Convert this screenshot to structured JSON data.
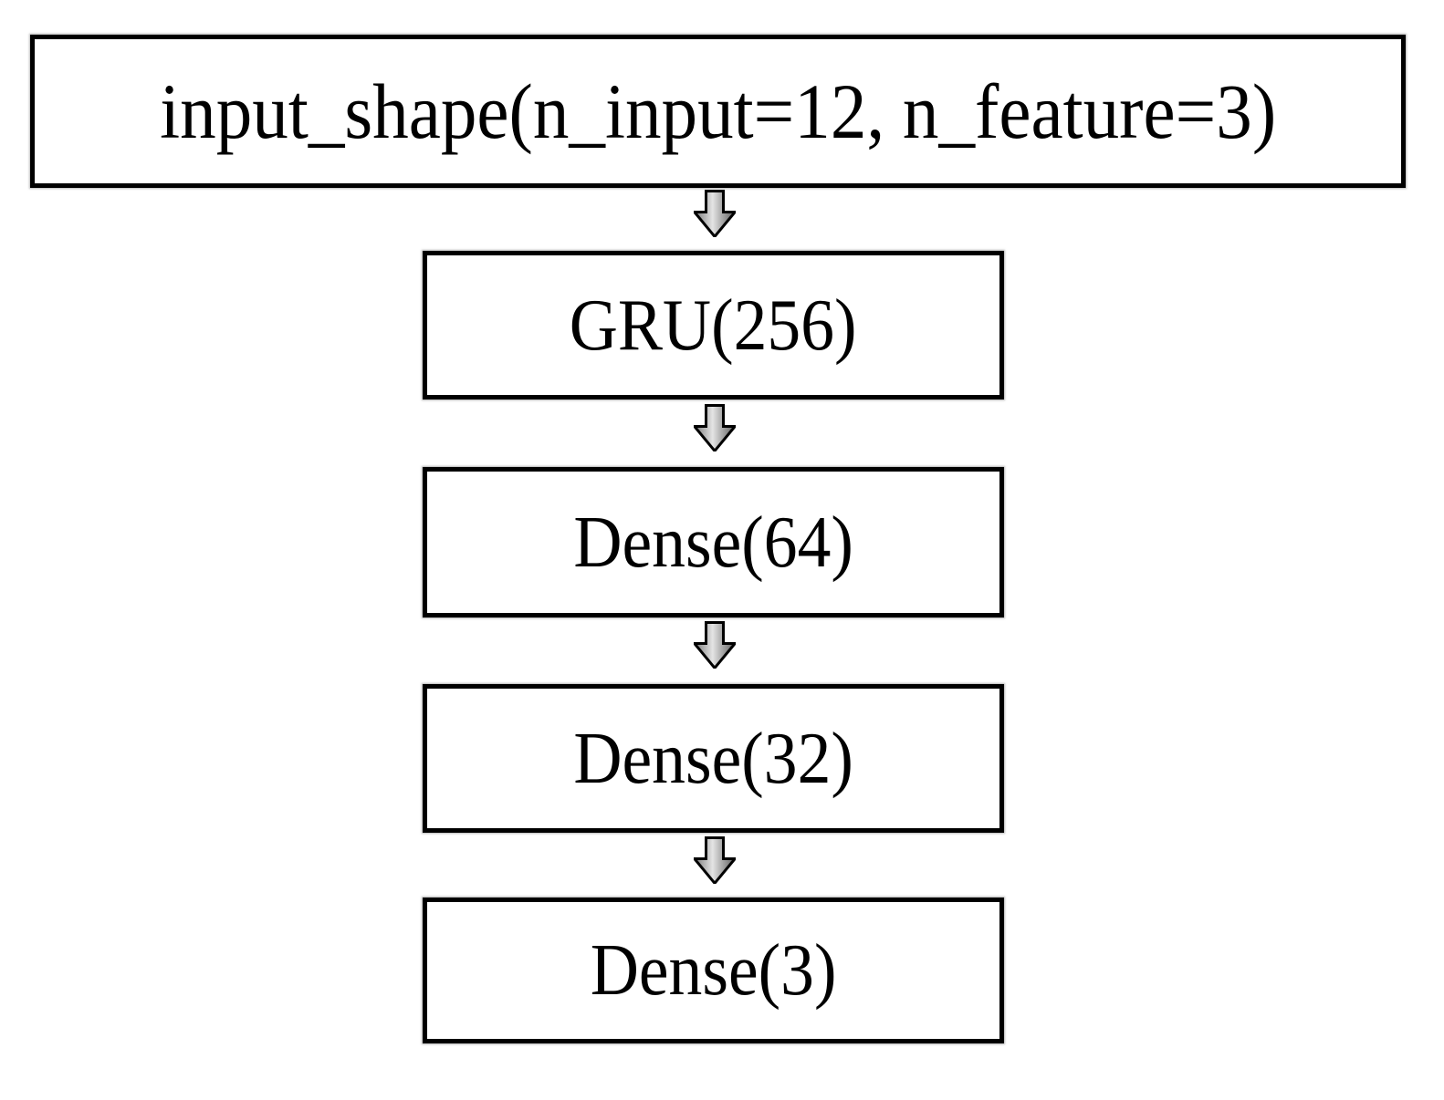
{
  "diagram": {
    "title": "Neural network architecture flowchart",
    "background_color": "#ffffff",
    "border_color": "#000000",
    "arrow_outline_color": "#000000",
    "arrow_fill_light": "#d8d8d8",
    "arrow_fill_dark": "#7a7a7a",
    "nodes": [
      {
        "id": "input",
        "label": "input_shape(n_input=12, n_feature=3)",
        "shape": "rectangle"
      },
      {
        "id": "gru",
        "label": "GRU(256)",
        "shape": "rectangle"
      },
      {
        "id": "dense64",
        "label": "Dense(64)",
        "shape": "rectangle"
      },
      {
        "id": "dense32",
        "label": "Dense(32)",
        "shape": "rectangle"
      },
      {
        "id": "dense3",
        "label": "Dense(3)",
        "shape": "rectangle"
      }
    ],
    "edges": [
      {
        "id": "edge-1",
        "from": "input",
        "to": "gru",
        "icon": "arrow-down-icon"
      },
      {
        "id": "edge-2",
        "from": "gru",
        "to": "dense64",
        "icon": "arrow-down-icon"
      },
      {
        "id": "edge-3",
        "from": "dense64",
        "to": "dense32",
        "icon": "arrow-down-icon"
      },
      {
        "id": "edge-4",
        "from": "dense32",
        "to": "dense3",
        "icon": "arrow-down-icon"
      }
    ]
  }
}
